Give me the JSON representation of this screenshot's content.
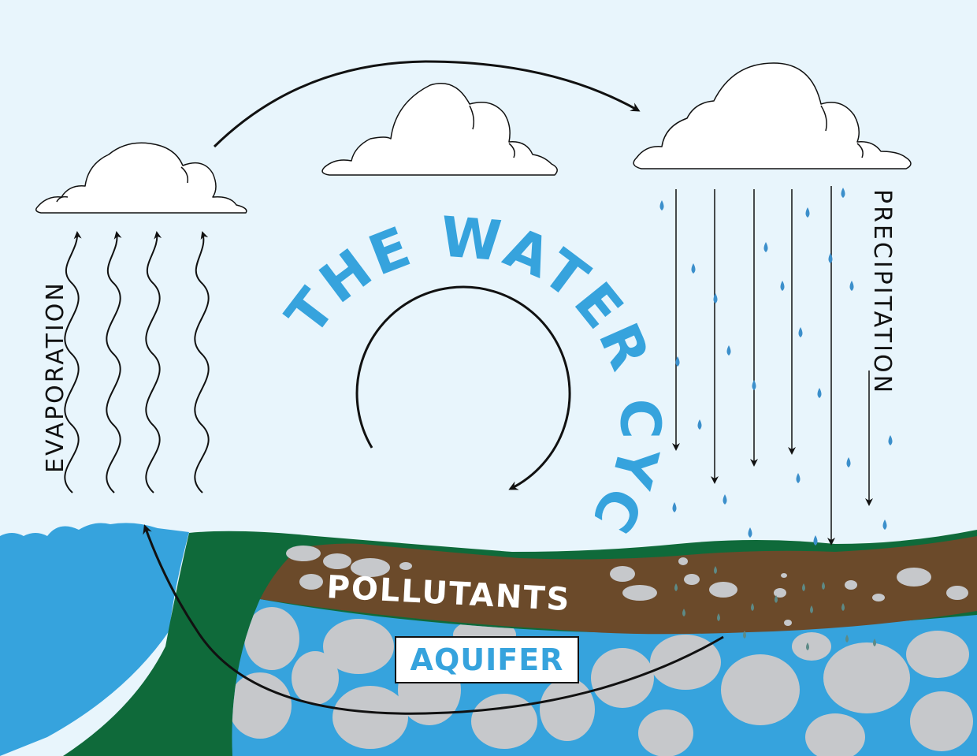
{
  "diagram": {
    "title": "THE WATER CYCLE",
    "labels": {
      "evaporation": "EVAPORATION",
      "precipitation": "PRECIPITATION",
      "pollutants": "POLLUTANTS",
      "aquifer": "AQUIFER"
    },
    "colors": {
      "sky": "#e8f5fc",
      "water": "#36a3dd",
      "grass": "#0f6a3a",
      "soil": "#6b4a2a",
      "rock": "#c6c8cb",
      "title": "#36a3dd",
      "raindrop": "#3b8fcb",
      "pollutant_drop": "#5d8a86"
    },
    "icons": [
      "cloud-icon",
      "arrow-icon",
      "raindrop-icon",
      "wavy-arrow-icon"
    ]
  }
}
